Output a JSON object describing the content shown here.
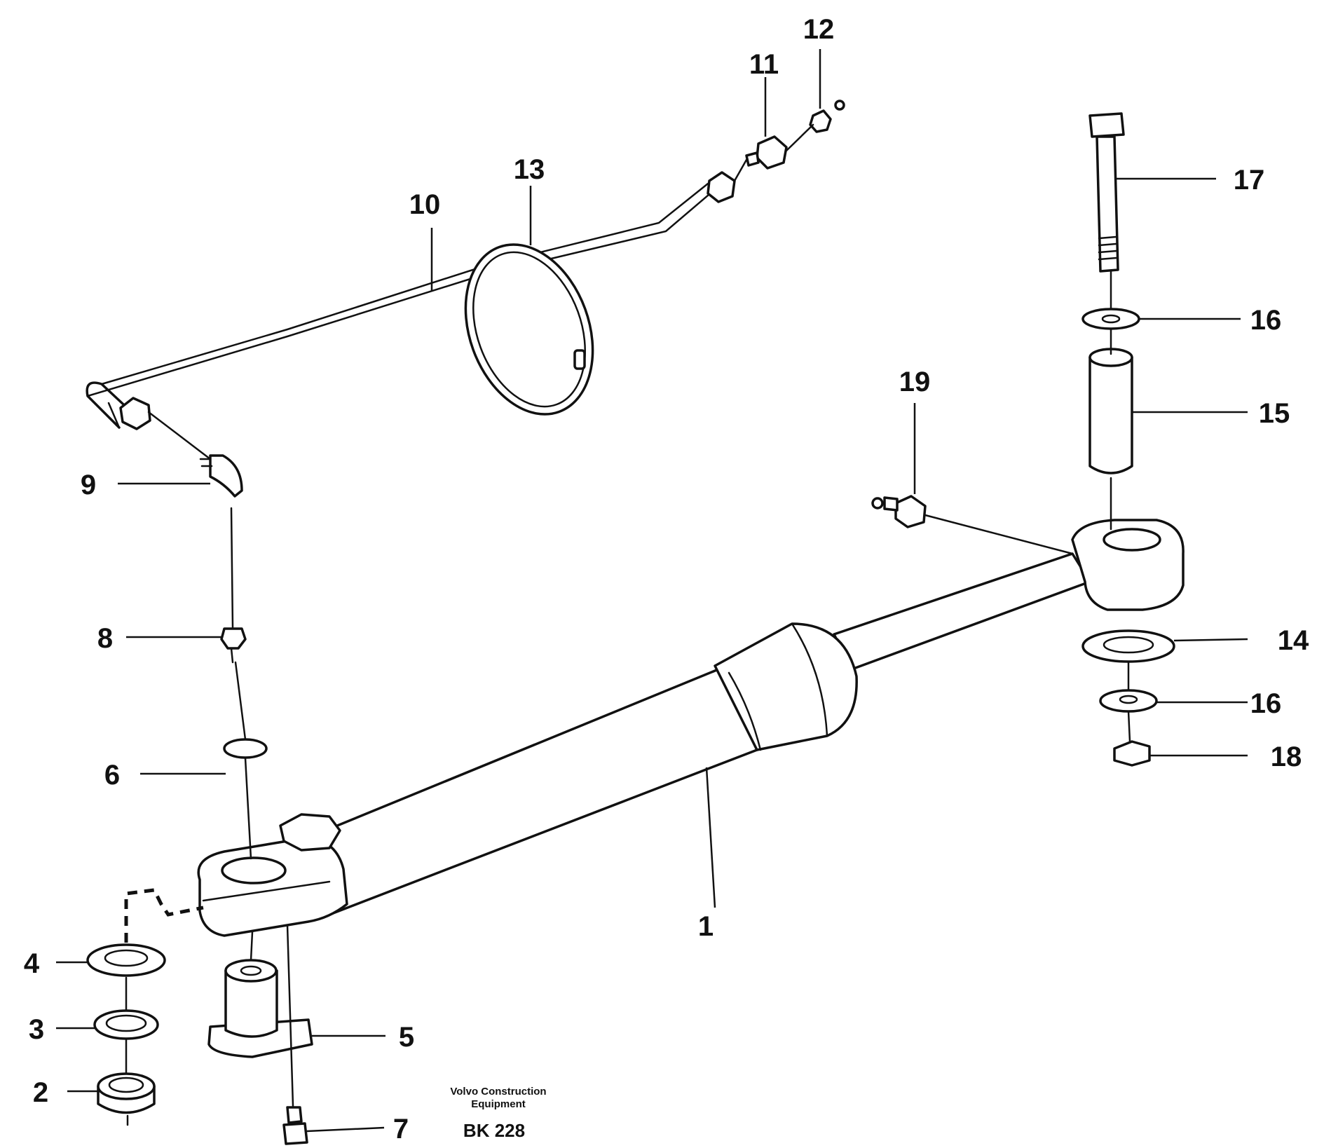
{
  "callouts": {
    "c1": "1",
    "c2": "2",
    "c3": "3",
    "c4": "4",
    "c5": "5",
    "c6": "6",
    "c7": "7",
    "c8": "8",
    "c9": "9",
    "c10": "10",
    "c11": "11",
    "c12": "12",
    "c13": "13",
    "c14": "14",
    "c15": "15",
    "c16a": "16",
    "c16b": "16",
    "c17": "17",
    "c18": "18",
    "c19": "19"
  },
  "footer": {
    "credit_line1": "Volvo Construction",
    "credit_line2": "Equipment",
    "doc_id": "BK 228"
  }
}
